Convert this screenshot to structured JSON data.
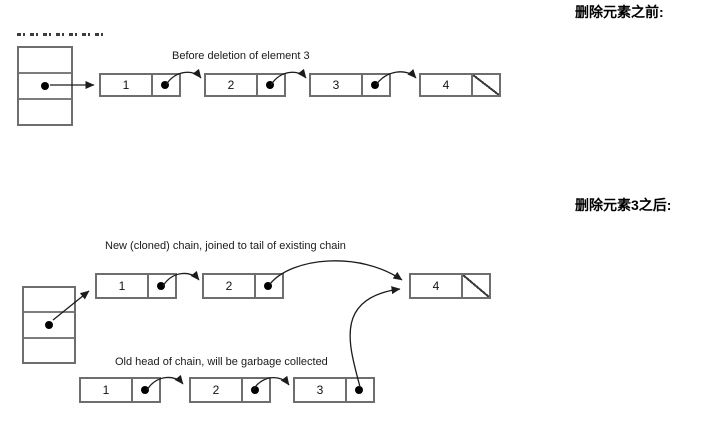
{
  "captions": {
    "before_cn": "删除元素之前:",
    "after_cn": "删除元素3之后:"
  },
  "before_diagram": {
    "title": "Before deletion of element 3",
    "nodes": [
      {
        "value": "1",
        "pointer": "next"
      },
      {
        "value": "2",
        "pointer": "next"
      },
      {
        "value": "3",
        "pointer": "next"
      },
      {
        "value": "4",
        "pointer": "null"
      }
    ]
  },
  "after_diagram": {
    "new_chain_title": "New (cloned) chain, joined to tail of existing chain",
    "old_chain_title": "Old head of chain, will be garbage collected",
    "new_chain_nodes": [
      {
        "value": "1",
        "pointer": "next"
      },
      {
        "value": "2",
        "pointer": "tail"
      }
    ],
    "tail_node": {
      "value": "4",
      "pointer": "null"
    },
    "old_chain_nodes": [
      {
        "value": "1",
        "pointer": "next"
      },
      {
        "value": "2",
        "pointer": "next"
      },
      {
        "value": "3",
        "pointer": "tail"
      }
    ]
  },
  "colors": {
    "arrow": "#1c1c1c",
    "box_border": "#6e6e6e",
    "text": "#000000"
  }
}
